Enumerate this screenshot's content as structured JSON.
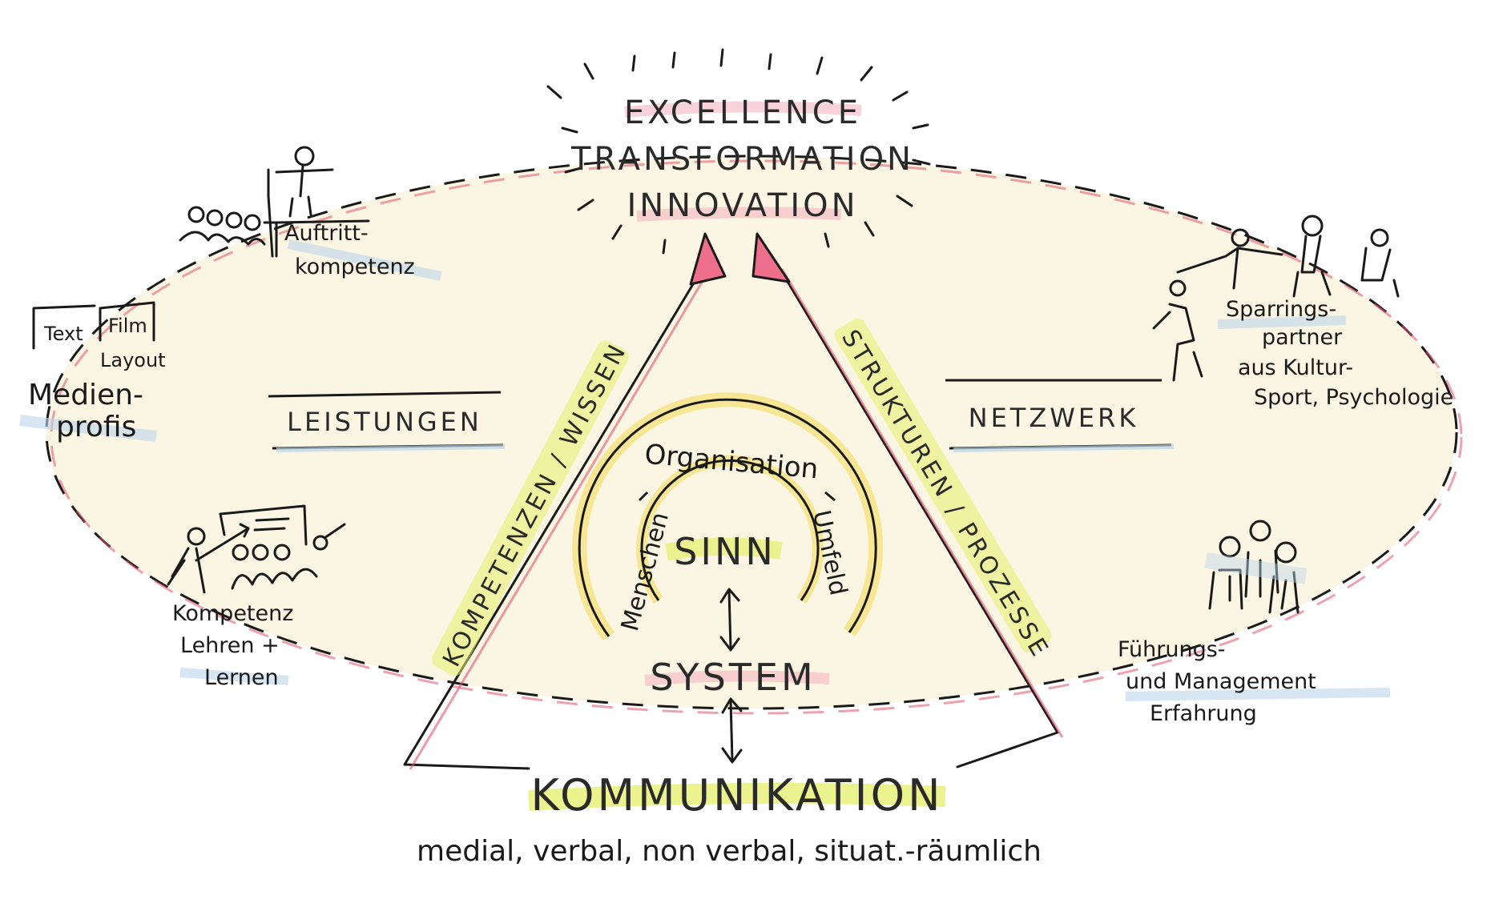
{
  "top": {
    "line1": "EXCELLENCE",
    "line2": "TRANSFORMATION",
    "line3": "INNOVATION"
  },
  "left": {
    "title": "LEISTUNGEN",
    "stage": [
      "Auftritt-",
      "kompetenz"
    ],
    "media_boxes": [
      "Text",
      "Film",
      "Layout"
    ],
    "media": [
      "Medien-",
      "profis"
    ],
    "teach": [
      "Kompetenz",
      "Lehren +",
      "Lernen"
    ]
  },
  "right": {
    "title": "NETZWERK",
    "sparring": [
      "Sparrings-",
      "partner",
      "aus Kultur-",
      "Sport, Psychologie"
    ],
    "leadership": [
      "Führungs-",
      "und Management",
      "Erfahrung"
    ]
  },
  "triangle": {
    "left_side": "KOMPETENZEN / WISSEN",
    "right_side": "STRUKTUREN / PROZESSE"
  },
  "center": {
    "arc_top": "Organisation",
    "arc_left": "Menschen",
    "arc_right": "Umfeld",
    "sinn": "SINN",
    "system": "SYSTEM"
  },
  "bottom": {
    "title": "KOMMUNIKATION",
    "subtitle": "medial, verbal, non verbal, situat.-räumlich"
  },
  "colors": {
    "ellipse_fill": "#fbf5e1",
    "dash_pink": "#e0566f",
    "highlight_yellow": "#e4ef6a",
    "highlight_blue": "#bcd6ea",
    "arrow_pink": "#ee6f8c",
    "ring_yellow": "#f6e27a"
  }
}
